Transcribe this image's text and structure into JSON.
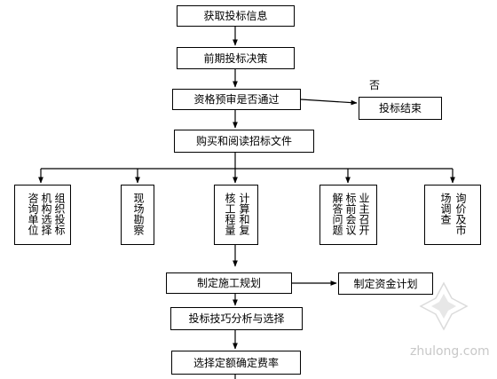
{
  "flowchart": {
    "top_steps": [
      "获取投标信息",
      "前期投标决策",
      "资格预审是否通过",
      "购买和阅读招标文件"
    ],
    "branch_no_label": "否",
    "branch_no_box": "投标结束",
    "parallel_tasks": [
      {
        "col1": "咨询单位",
        "col2": "机构选择",
        "col3": "组织投标"
      },
      {
        "col1": "现场勘察"
      },
      {
        "col1": "核工程量",
        "col2": "计算和复"
      },
      {
        "col1": "解答问题",
        "col2": "标前会议",
        "col3": "业主召开"
      },
      {
        "col1": "场调查",
        "col2": "询价及市"
      }
    ],
    "bottom_steps": [
      "制定施工规划",
      "投标技巧分析与选择",
      "选择定额确定费率"
    ],
    "side_step": "制定资金计划"
  },
  "watermark": {
    "text": "zhulong.com"
  }
}
